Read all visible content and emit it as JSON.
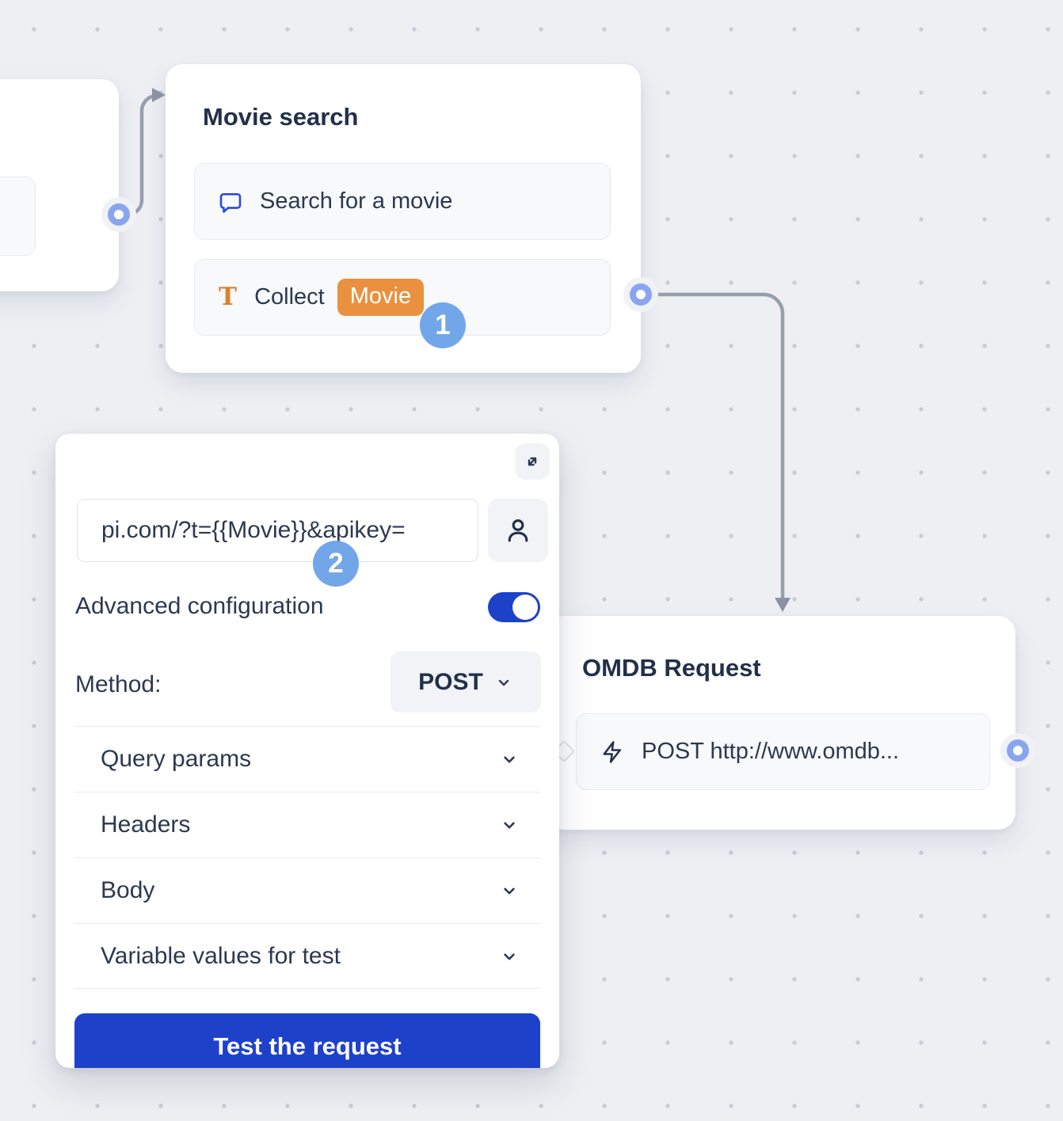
{
  "nodes": {
    "left_partial_card": {
      "note": "partially visible node card at canvas edge"
    },
    "movie_search": {
      "title": "Movie search",
      "blocks": [
        {
          "icon": "chat-bubble-icon",
          "label": "Search for a movie"
        },
        {
          "icon": "text-input-icon",
          "icon_glyph": "T",
          "label": "Collect",
          "badge": "Movie"
        }
      ]
    },
    "omdb_request": {
      "title": "OMDB Request",
      "blocks": [
        {
          "icon": "lightning-icon",
          "label": "POST http://www.omdb..."
        }
      ]
    }
  },
  "panel": {
    "expand_icon": "expand-diagonal-icon",
    "url": {
      "value": "pi.com/?t={{Movie}}&apikey="
    },
    "person_icon": "person-icon",
    "advanced_label": "Advanced configuration",
    "advanced_toggle_on": true,
    "method_label": "Method:",
    "method_value": "POST",
    "sections": [
      {
        "label": "Query params"
      },
      {
        "label": "Headers"
      },
      {
        "label": "Body"
      },
      {
        "label": "Variable values for test"
      }
    ],
    "test_button_label": "Test the request"
  },
  "annotations": {
    "step1": "1",
    "step2": "2"
  },
  "colors": {
    "canvas_bg": "#edeff3",
    "grid_dot": "#c6ccd8",
    "primary_blue": "#1e41ca",
    "badge_blue": "#71a6e9",
    "port_ring_blue": "#8aa5f0",
    "chat_icon_blue": "#2d49dd",
    "movie_chip_orange": "#ea9140",
    "t_icon_orange": "#d8822e",
    "text_dark": "#22304a",
    "connector_gray": "#979eac"
  }
}
